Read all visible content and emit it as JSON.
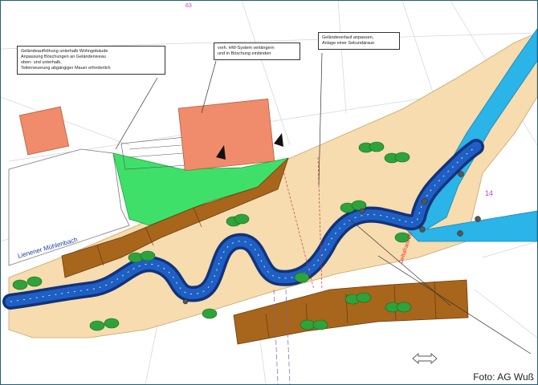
{
  "map": {
    "callouts": {
      "left": {
        "lines": [
          "Geländeaufhöhung unterhalb Wohngebäude",
          "Anpassung Böschungen an Geländeniveau",
          "oben- und unterhalb,",
          "Teilerneuerung abgängiger Mauer erforderlich"
        ]
      },
      "middle": {
        "lines": [
          "vorh. HW-System verlängern",
          "und in Böschung einbinden"
        ]
      },
      "right": {
        "lines": [
          "Geländeverlauf anpassen,",
          "Anlage einer Sekundäraue"
        ]
      }
    },
    "labels": {
      "stream_name": "Lienener Mühlenbach",
      "road_name": "Deltafrant 26",
      "parcel_top": "63",
      "parcel_right": "14"
    },
    "colors": {
      "floodplain": "#f6dcae",
      "channel": "#1e5fc4",
      "channel_outer": "#13327a",
      "tributary": "#2ab4e8",
      "embankment": "#a8651c",
      "green_area": "#3fe06a",
      "building": "#f08c6c",
      "trees": "#2ea33a"
    }
  },
  "credit": {
    "text": "Foto: AG Wuß"
  }
}
